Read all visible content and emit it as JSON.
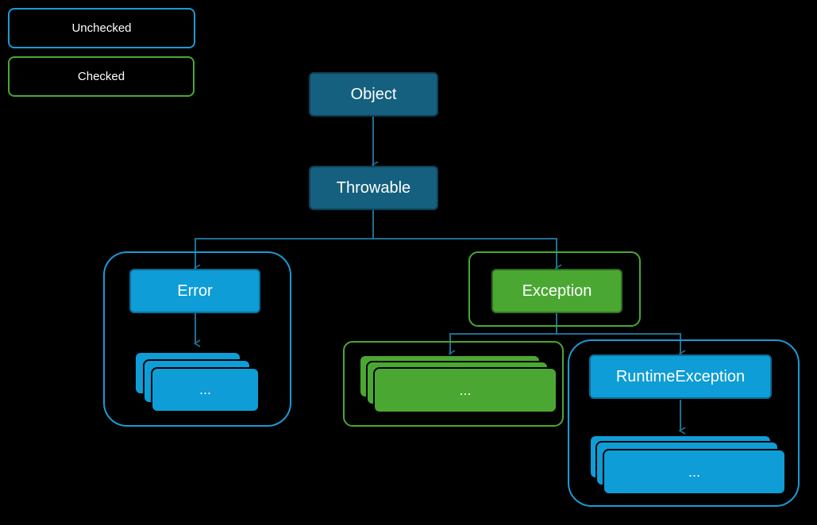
{
  "legend": {
    "unchecked": "Unchecked",
    "checked": "Checked"
  },
  "nodes": {
    "object": "Object",
    "throwable": "Throwable",
    "error": "Error",
    "exception": "Exception",
    "runtime_exception": "RuntimeException",
    "error_subclasses": "...",
    "exception_subclasses": "...",
    "runtime_subclasses": "..."
  },
  "colors": {
    "background": "#000000",
    "unchecked": "#0e9dd6",
    "checked": "#4aa832",
    "root": "#15607f",
    "connector": "#1f6f93"
  }
}
